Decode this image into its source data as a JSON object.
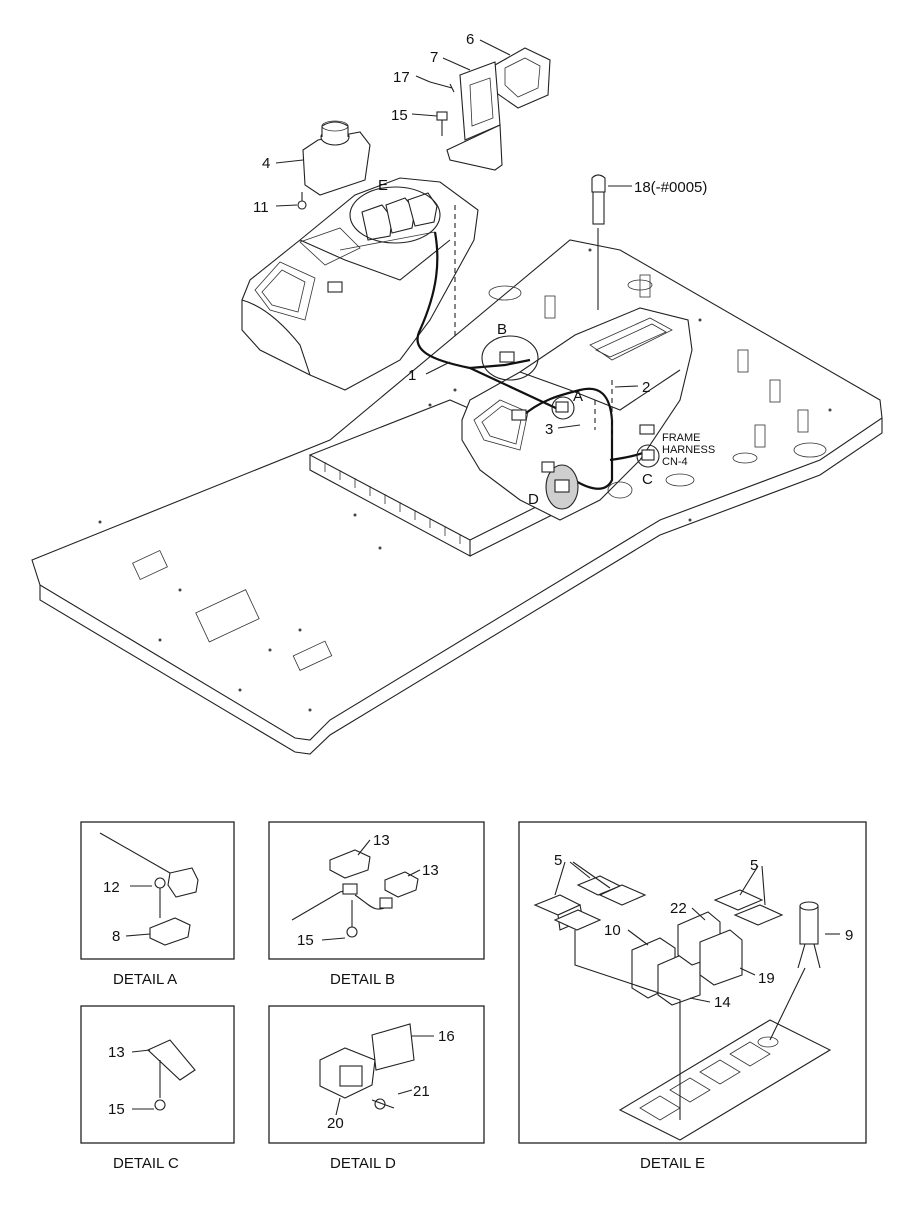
{
  "parts": {
    "p1": "1",
    "p2": "2",
    "p3": "3",
    "p4": "4",
    "p6": "6",
    "p7": "7",
    "p11": "11",
    "p15": "15",
    "p17": "17",
    "p18": "18(-#0005)"
  },
  "detail_markers": {
    "a": "A",
    "b": "B",
    "c": "C",
    "d": "D",
    "e": "E"
  },
  "frame_harness": {
    "line1": "FRAME",
    "line2": "HARNESS",
    "line3": "CN-4"
  },
  "detail_a": {
    "caption": "DETAIL A",
    "l12": "12",
    "l8": "8"
  },
  "detail_b": {
    "caption": "DETAIL B",
    "l13a": "13",
    "l13b": "13",
    "l15": "15"
  },
  "detail_c": {
    "caption": "DETAIL C",
    "l13": "13",
    "l15": "15"
  },
  "detail_d": {
    "caption": "DETAIL D",
    "l16": "16",
    "l21": "21",
    "l20": "20"
  },
  "detail_e": {
    "caption": "DETAIL E",
    "l5a": "5",
    "l5b": "5",
    "l22": "22",
    "l10": "10",
    "l9": "9",
    "l19": "19",
    "l14": "14"
  }
}
